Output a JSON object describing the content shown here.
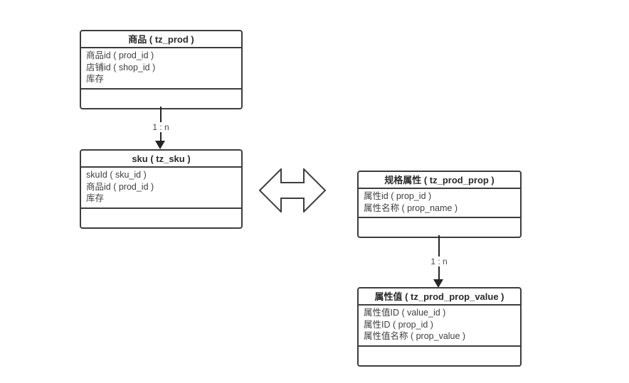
{
  "diagram": {
    "background": "#ffffff",
    "colors": {
      "box_border": "#3d3d3d",
      "title_text": "#2b2b2b",
      "field_text": "#404040",
      "relation_label_text": "#4a4a4a",
      "connector": "#262626"
    },
    "entities": [
      {
        "title": "商品 ( tz_prod )",
        "fields": [
          "商品id ( prod_id )",
          "店铺id ( shop_id )",
          "库存"
        ]
      },
      {
        "title": "sku ( tz_sku )",
        "fields": [
          "skuId ( sku_id )",
          "商品id ( prod_id )",
          "库存"
        ]
      },
      {
        "title": "规格属性 ( tz_prod_prop )",
        "fields": [
          "属性id ( prop_id )",
          "属性名称 ( prop_name )"
        ]
      },
      {
        "title": "属性值 ( tz_prod_prop_value )",
        "fields": [
          "属性值ID ( value_id )",
          "属性ID ( prop_id )",
          "属性值名称 ( prop_value )"
        ]
      }
    ],
    "relations": [
      {
        "from": "商品 ( tz_prod )",
        "to": "sku ( tz_sku )",
        "label": "1 : n"
      },
      {
        "from": "规格属性 ( tz_prod_prop )",
        "to": "属性值 ( tz_prod_prop_value )",
        "label": "1 : n"
      }
    ],
    "connector": {
      "type": "double-arrow",
      "between": [
        "sku ( tz_sku )",
        "规格属性 ( tz_prod_prop )"
      ]
    }
  }
}
